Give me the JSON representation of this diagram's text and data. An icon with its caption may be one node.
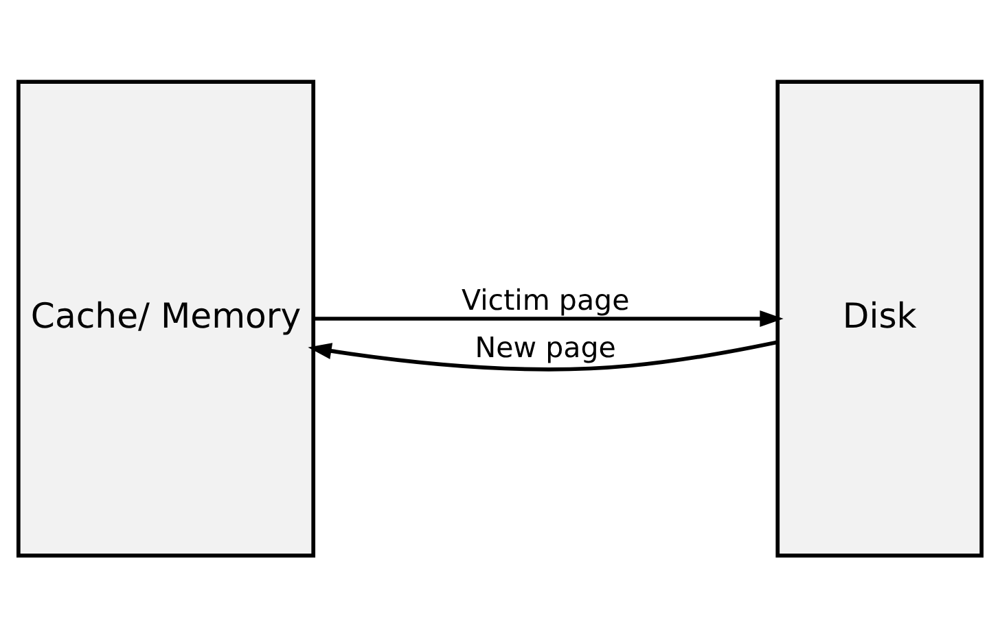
{
  "diagram": {
    "nodes": [
      {
        "text": [
          "Cache/ Memory"
        ]
      },
      {
        "text": [
          "Disk"
        ]
      }
    ],
    "edges": [
      {
        "from": 0,
        "to": 1,
        "arrow": "to",
        "label": "Victim page"
      },
      {
        "from": 1,
        "to": 0,
        "arrow": "to",
        "label": "New page"
      }
    ]
  }
}
